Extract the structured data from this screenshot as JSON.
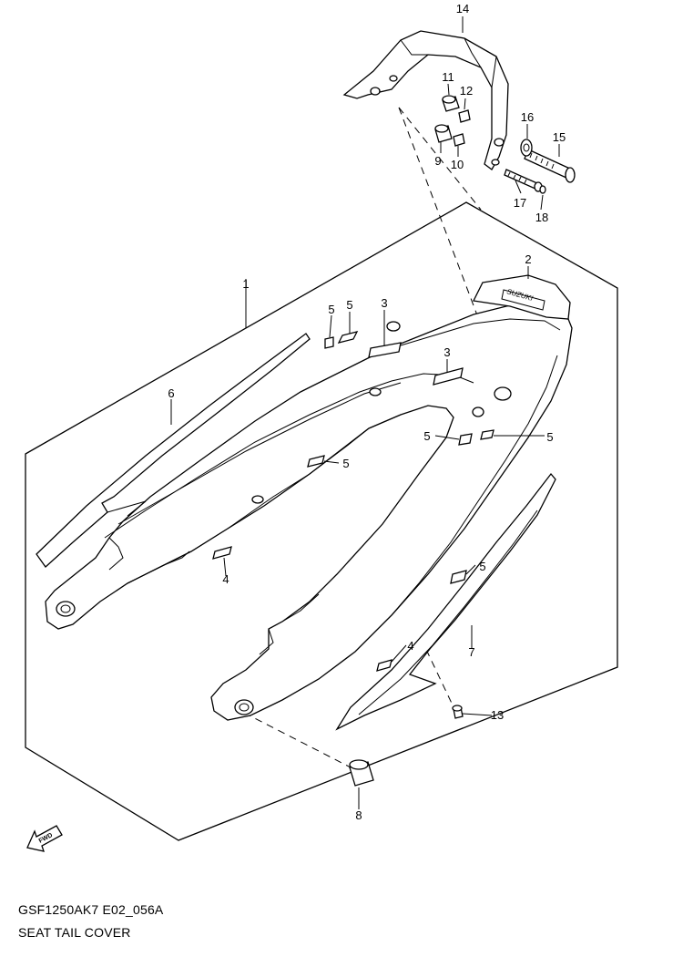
{
  "diagram": {
    "code": "GSF1250AK7 E02_056A",
    "title": "SEAT TAIL COVER",
    "fwd_label": "FWD",
    "brand_decal": "SUZUKI",
    "callouts": {
      "c1": "1",
      "c2": "2",
      "c3a": "3",
      "c3b": "3",
      "c4a": "4",
      "c4b": "4",
      "c5a": "5",
      "c5b": "5",
      "c5c": "5",
      "c5d": "5",
      "c5e": "5",
      "c5f": "5",
      "c6": "6",
      "c7": "7",
      "c8": "8",
      "c9": "9",
      "c10": "10",
      "c11": "11",
      "c12": "12",
      "c13": "13",
      "c14": "14",
      "c15": "15",
      "c16": "16",
      "c17": "17",
      "c18": "18"
    }
  }
}
